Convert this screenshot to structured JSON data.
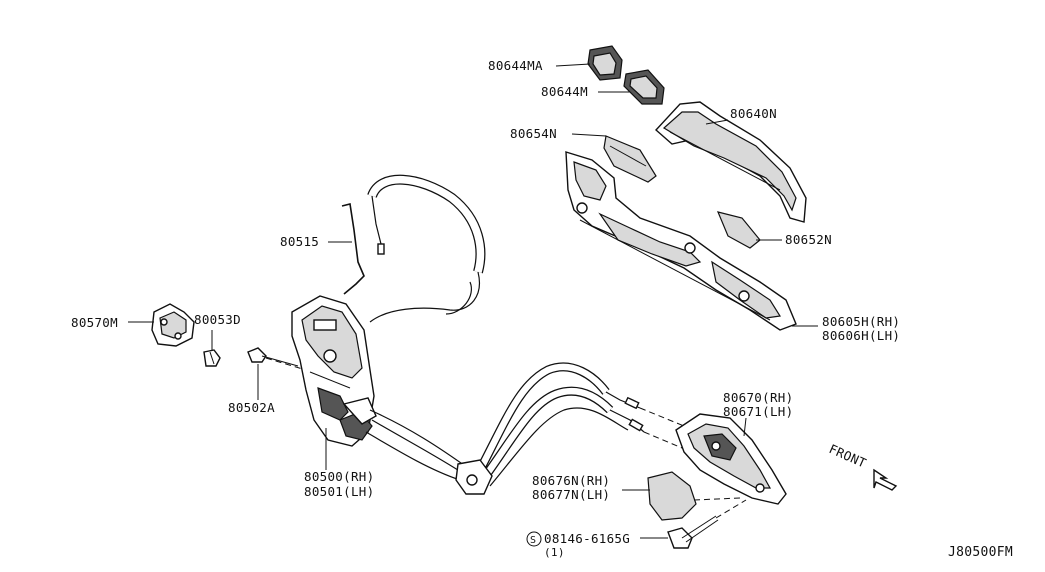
{
  "labels": {
    "p80644MA": "80644MA",
    "p80644M": "80644M",
    "p80640N": "80640N",
    "p80654N": "80654N",
    "p80652N": "80652N",
    "p80515": "80515",
    "p80570M": "80570M",
    "p80053D": "80053D",
    "p80605H": "80605H(RH)",
    "p80606H": "80606H(LH)",
    "p80502A": "80502A",
    "p80670": "80670(RH)",
    "p80671": "80671(LH)",
    "p80500": "80500(RH)",
    "p80501": "80501(LH)",
    "p80676N": "80676N(RH)",
    "p80677N": "80677N(LH)",
    "bolt_symbol": "S",
    "bolt_part": "08146-6165G",
    "bolt_qty": "(1)",
    "front": "FRONT",
    "diagram_code": "J80500FM"
  }
}
